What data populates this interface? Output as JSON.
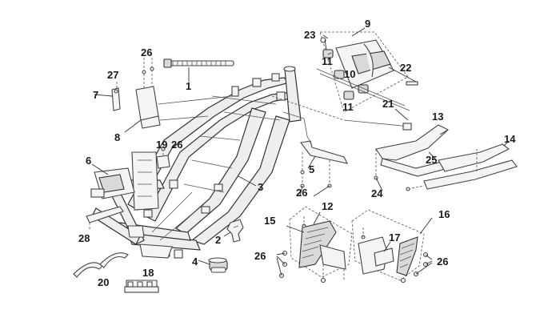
{
  "callouts": {
    "c1": "1",
    "c2": "2",
    "c3": "3",
    "c4": "4",
    "c5": "5",
    "c6": "6",
    "c7": "7",
    "c8": "8",
    "c9": "9",
    "c10": "10",
    "c11a": "11",
    "c11b": "11",
    "c12": "12",
    "c13": "13",
    "c14": "14",
    "c15": "15",
    "c16": "16",
    "c17": "17",
    "c18": "18",
    "c19": "19",
    "c20": "20",
    "c21": "21",
    "c22": "22",
    "c23": "23",
    "c24": "24",
    "c25": "25",
    "c26a": "26",
    "c26b": "26",
    "c26c": "26",
    "c26d": "26",
    "c26e": "26",
    "c27": "27",
    "c28": "28"
  }
}
